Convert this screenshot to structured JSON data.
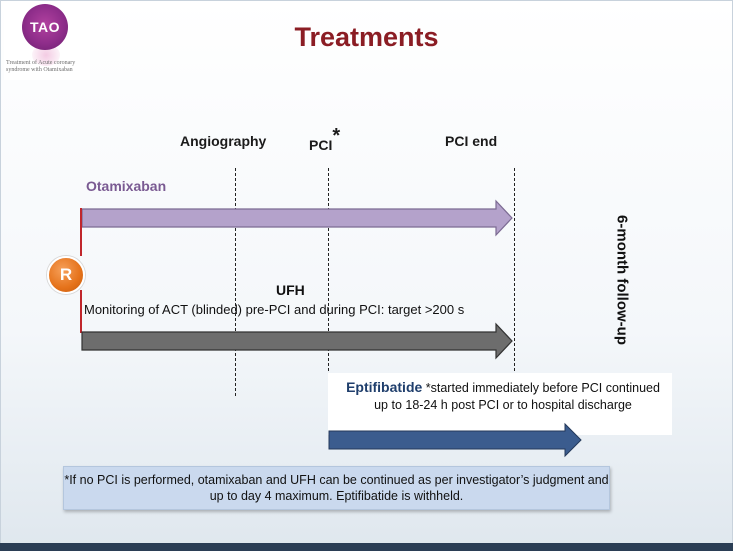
{
  "logo": {
    "mark": "TAO",
    "subtitle": "Treatment of Acute coronary syndrome with Otamixaban"
  },
  "title": "Treatments",
  "columns": {
    "angiography": "Angiography",
    "pci": "PCI",
    "pci_star": "*",
    "pci_end": "PCI end"
  },
  "otamixaban_label": "Otamixaban",
  "randomization_badge": "R",
  "ufh": {
    "label": "UFH",
    "monitoring": "Monitoring of ACT (blinded) pre-PCI and during PCI:  target >200 s"
  },
  "follow_up": "6-month follow-up",
  "eptifibatide": {
    "name": "Eptifibatide",
    "text": " *started immediately before PCI continued up to 18-24 h post PCI or to hospital discharge"
  },
  "footnote": "*If no PCI is performed, otamixaban and UFH can be continued as per investigator’s judgment and up to day 4 maximum.  Eptifibatide is withheld.",
  "colors": {
    "title": "#8b1d24",
    "otamixaban_arrow": "#b4a2cb",
    "ufh_arrow": "#6d6d6d",
    "eptifibatide_arrow": "#3b5c8e",
    "randomization": "#e5721a",
    "note_bg": "#cad9ee"
  }
}
